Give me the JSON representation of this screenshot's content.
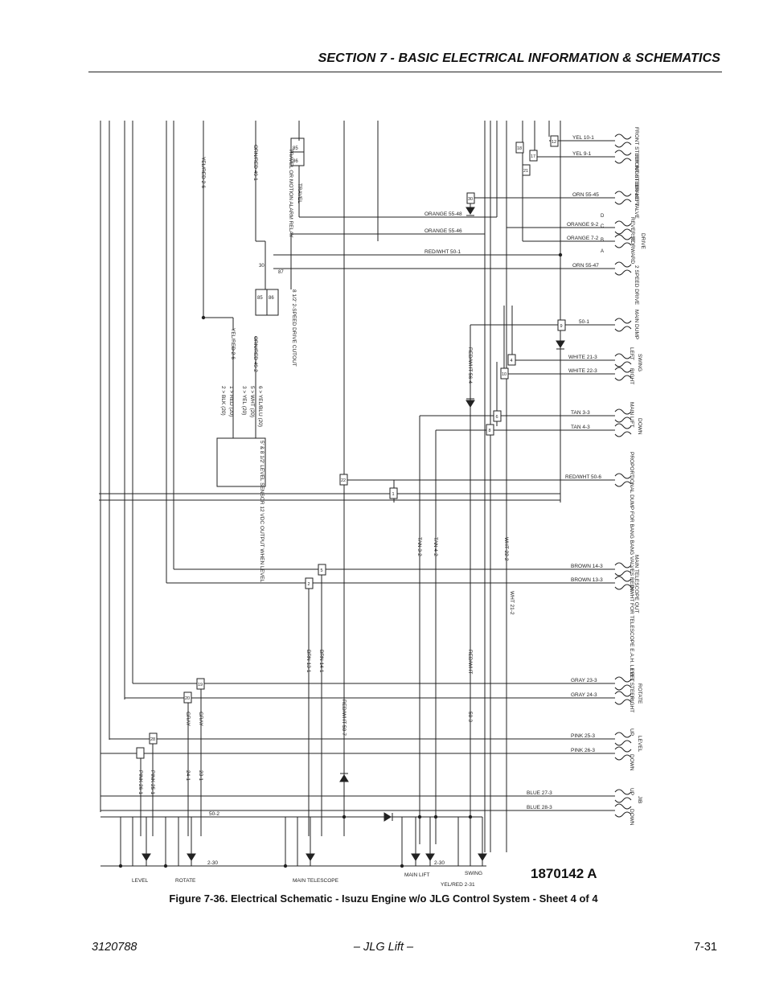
{
  "header": {
    "section_title": "SECTION 7 - BASIC ELECTRICAL INFORMATION & SCHEMATICS"
  },
  "schematic": {
    "drawing_number": "1870142 A",
    "wire_labels": {
      "yel_10_1": "YEL 10-1",
      "yel_9_1": "YEL 9-1",
      "orn_55_45": "ORN 55-45",
      "orange_55_48": "ORANGE 55-48",
      "orange_9_2": "ORANGE 9-2",
      "orange_55_46": "ORANGE 55-46",
      "orange_7_2": "ORANGE 7-2",
      "red_wht_50_1_top": "RED/WHT 50-1",
      "orn_55_47": "ORN 55-47",
      "w50_1": "50-1",
      "white_21_3": "WHITE 21-3",
      "white_22_3": "WHITE 22-3",
      "tan_3_3": "TAN 3-3",
      "tan_4_3": "TAN 4-3",
      "red_wht_50_6": "RED/WHT 50-6",
      "brown_14_3": "BROWN 14-3",
      "brown_13_3": "BROWN 13-3",
      "gray_23_3": "GRAY 23-3",
      "gray_24_3": "GRAY 24-3",
      "pink_25_3": "PINK 25-3",
      "pink_26_3": "PINK 26-3",
      "blue_27_3": "BLUE 27-3",
      "blue_28_3": "BLUE 28-3",
      "w50_2": "50-2",
      "w2_30_a": "2-30",
      "w2_30_b": "2-30",
      "yel_red_2_31": "YEL/RED 2-31"
    },
    "vertical_labels": {
      "yel_red_2_6_top": "YEL/RED 2-6",
      "orn_red_49_1": "ORN/RED 49-1",
      "travel_relay": "TRAVEL OR MOTION ALARM RELAY",
      "travel": "TRAVEL",
      "drive_cutout": "8 1/2' 2-SPEED DRIVE CUTOUT",
      "yel_red_2_6": "YEL/RED 2-6",
      "orn_red_49_2": "ORN/RED 49-2",
      "level_sensor": "5' & 8 1/2' LEVEL SENSOR 12 VDC OUTPUT WHEN LEVEL",
      "pin6": "6 > YEL/BLU (20)",
      "pin5": "5 > WHT (20)",
      "pin3": "3 > YEL (20)",
      "pin1": "1 > RED (20)",
      "pin2": "2 > BLK (20)",
      "red_wht_56_4": "RED/WHT 56-4",
      "tan_3_2": "TAN 3-2",
      "tan_4_2": "TAN 4-2",
      "wht_22_2": "WHT 22-2",
      "wht_21_2": "WHT 21-2",
      "brn_13_1": "BRN 13-1",
      "brn_14_1": "BRN 14-1",
      "red_wht_mid": "RED/WHT",
      "red_wht_50_7": "RED/WHT 50-7",
      "w50_3": "50-3",
      "gray_a": "GRAY",
      "gray_b": "GRAY",
      "pink_26_1": "PINK 26-1",
      "pink_25_1": "PINK 25-1",
      "w24_1": "24-1",
      "w23_1": "23-1"
    },
    "component_labels": {
      "front_steer_right": "FRONT STEER RIGHT",
      "front_steer_left": "FRONT STEER LEFT",
      "brake_valve": "BRAKE VALVE",
      "reverse": "REVERSE",
      "drive": "DRIVE",
      "forward": "FORWARD",
      "two_speed_drive": "2 SPEED DRIVE",
      "main_dump": "MAIN DUMP",
      "swing_left": "LEFT",
      "swing_right": "RIGHT",
      "swing": "SWING",
      "main_lift_up": "UP",
      "main_lift_down": "DOWN",
      "main_lift": "MAIN LIFT",
      "proportional": "PROPORTIONAL DUMP FOR BANG BANG VALVES RED/WHT FOR TELESCOPE E.A.H. LEVEL STEER",
      "main_telescope_out": "MAIN TELESCOPE OUT",
      "main_telescope_in": "IN",
      "rotate_left": "LEFT",
      "rotate_right": "RIGHT",
      "rotate": "ROTATE",
      "level_up": "UP",
      "level_down": "DOWN",
      "level": "LEVEL",
      "jib_up": "UP",
      "jib_down": "DOWN",
      "jib": "JIB",
      "bottom_level": "LEVEL",
      "bottom_rotate": "ROTATE",
      "bottom_main_telescope": "MAIN TELESCOPE",
      "bottom_main_lift": "MAIN LIFT",
      "bottom_swing": "SWING",
      "pin_85": "85",
      "pin_86": "86",
      "pin_87": "87",
      "pin_30": "30",
      "pin_85b": "85",
      "pin_86b": "86",
      "pos_D": "D",
      "pos_C": "C",
      "pos_B": "B",
      "pos_A": "A"
    },
    "connector_tags": {
      "c12": "12",
      "c18": "18",
      "c21": "21",
      "c9": "9",
      "c30": "30",
      "c28": "28",
      "c4": "4",
      "c6": "6",
      "c10": "10",
      "c22": "22",
      "c1": "1",
      "c5": "5",
      "c2": "2",
      "c19": "19",
      "c8": "8",
      "c17": "17",
      "c20": "20"
    }
  },
  "figure_caption": "Figure 7-36.  Electrical Schematic - Isuzu Engine w/o JLG Control System - Sheet 4 of 4",
  "footer": {
    "doc_number": "3120788",
    "center": "– JLG Lift –",
    "page": "7-31"
  }
}
